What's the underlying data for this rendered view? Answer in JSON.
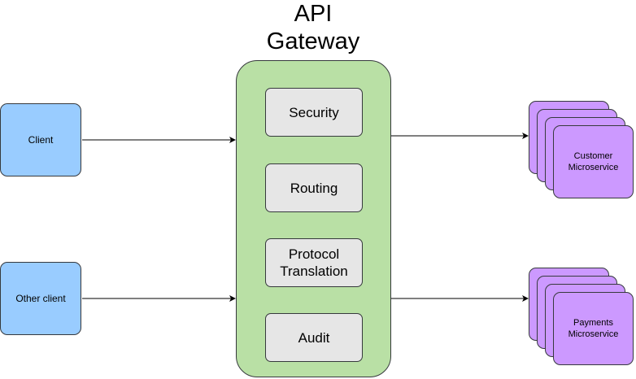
{
  "gateway": {
    "title_line1": "API",
    "title_line2": "Gateway",
    "modules": [
      {
        "label": "Security"
      },
      {
        "label": "Routing"
      },
      {
        "label": "Protocol\nTranslation"
      },
      {
        "label": "Audit"
      }
    ]
  },
  "clients": [
    {
      "label": "Client"
    },
    {
      "label": "Other client"
    }
  ],
  "microservices": [
    {
      "label": "Customer\nMicroservice"
    },
    {
      "label": "Payments\nMicroservice"
    }
  ],
  "colors": {
    "client_fill": "#99ccff",
    "gateway_fill": "#b9e0a5",
    "module_fill": "#e6e6e6",
    "microservice_fill": "#cc99ff",
    "stroke": "#36393d"
  }
}
